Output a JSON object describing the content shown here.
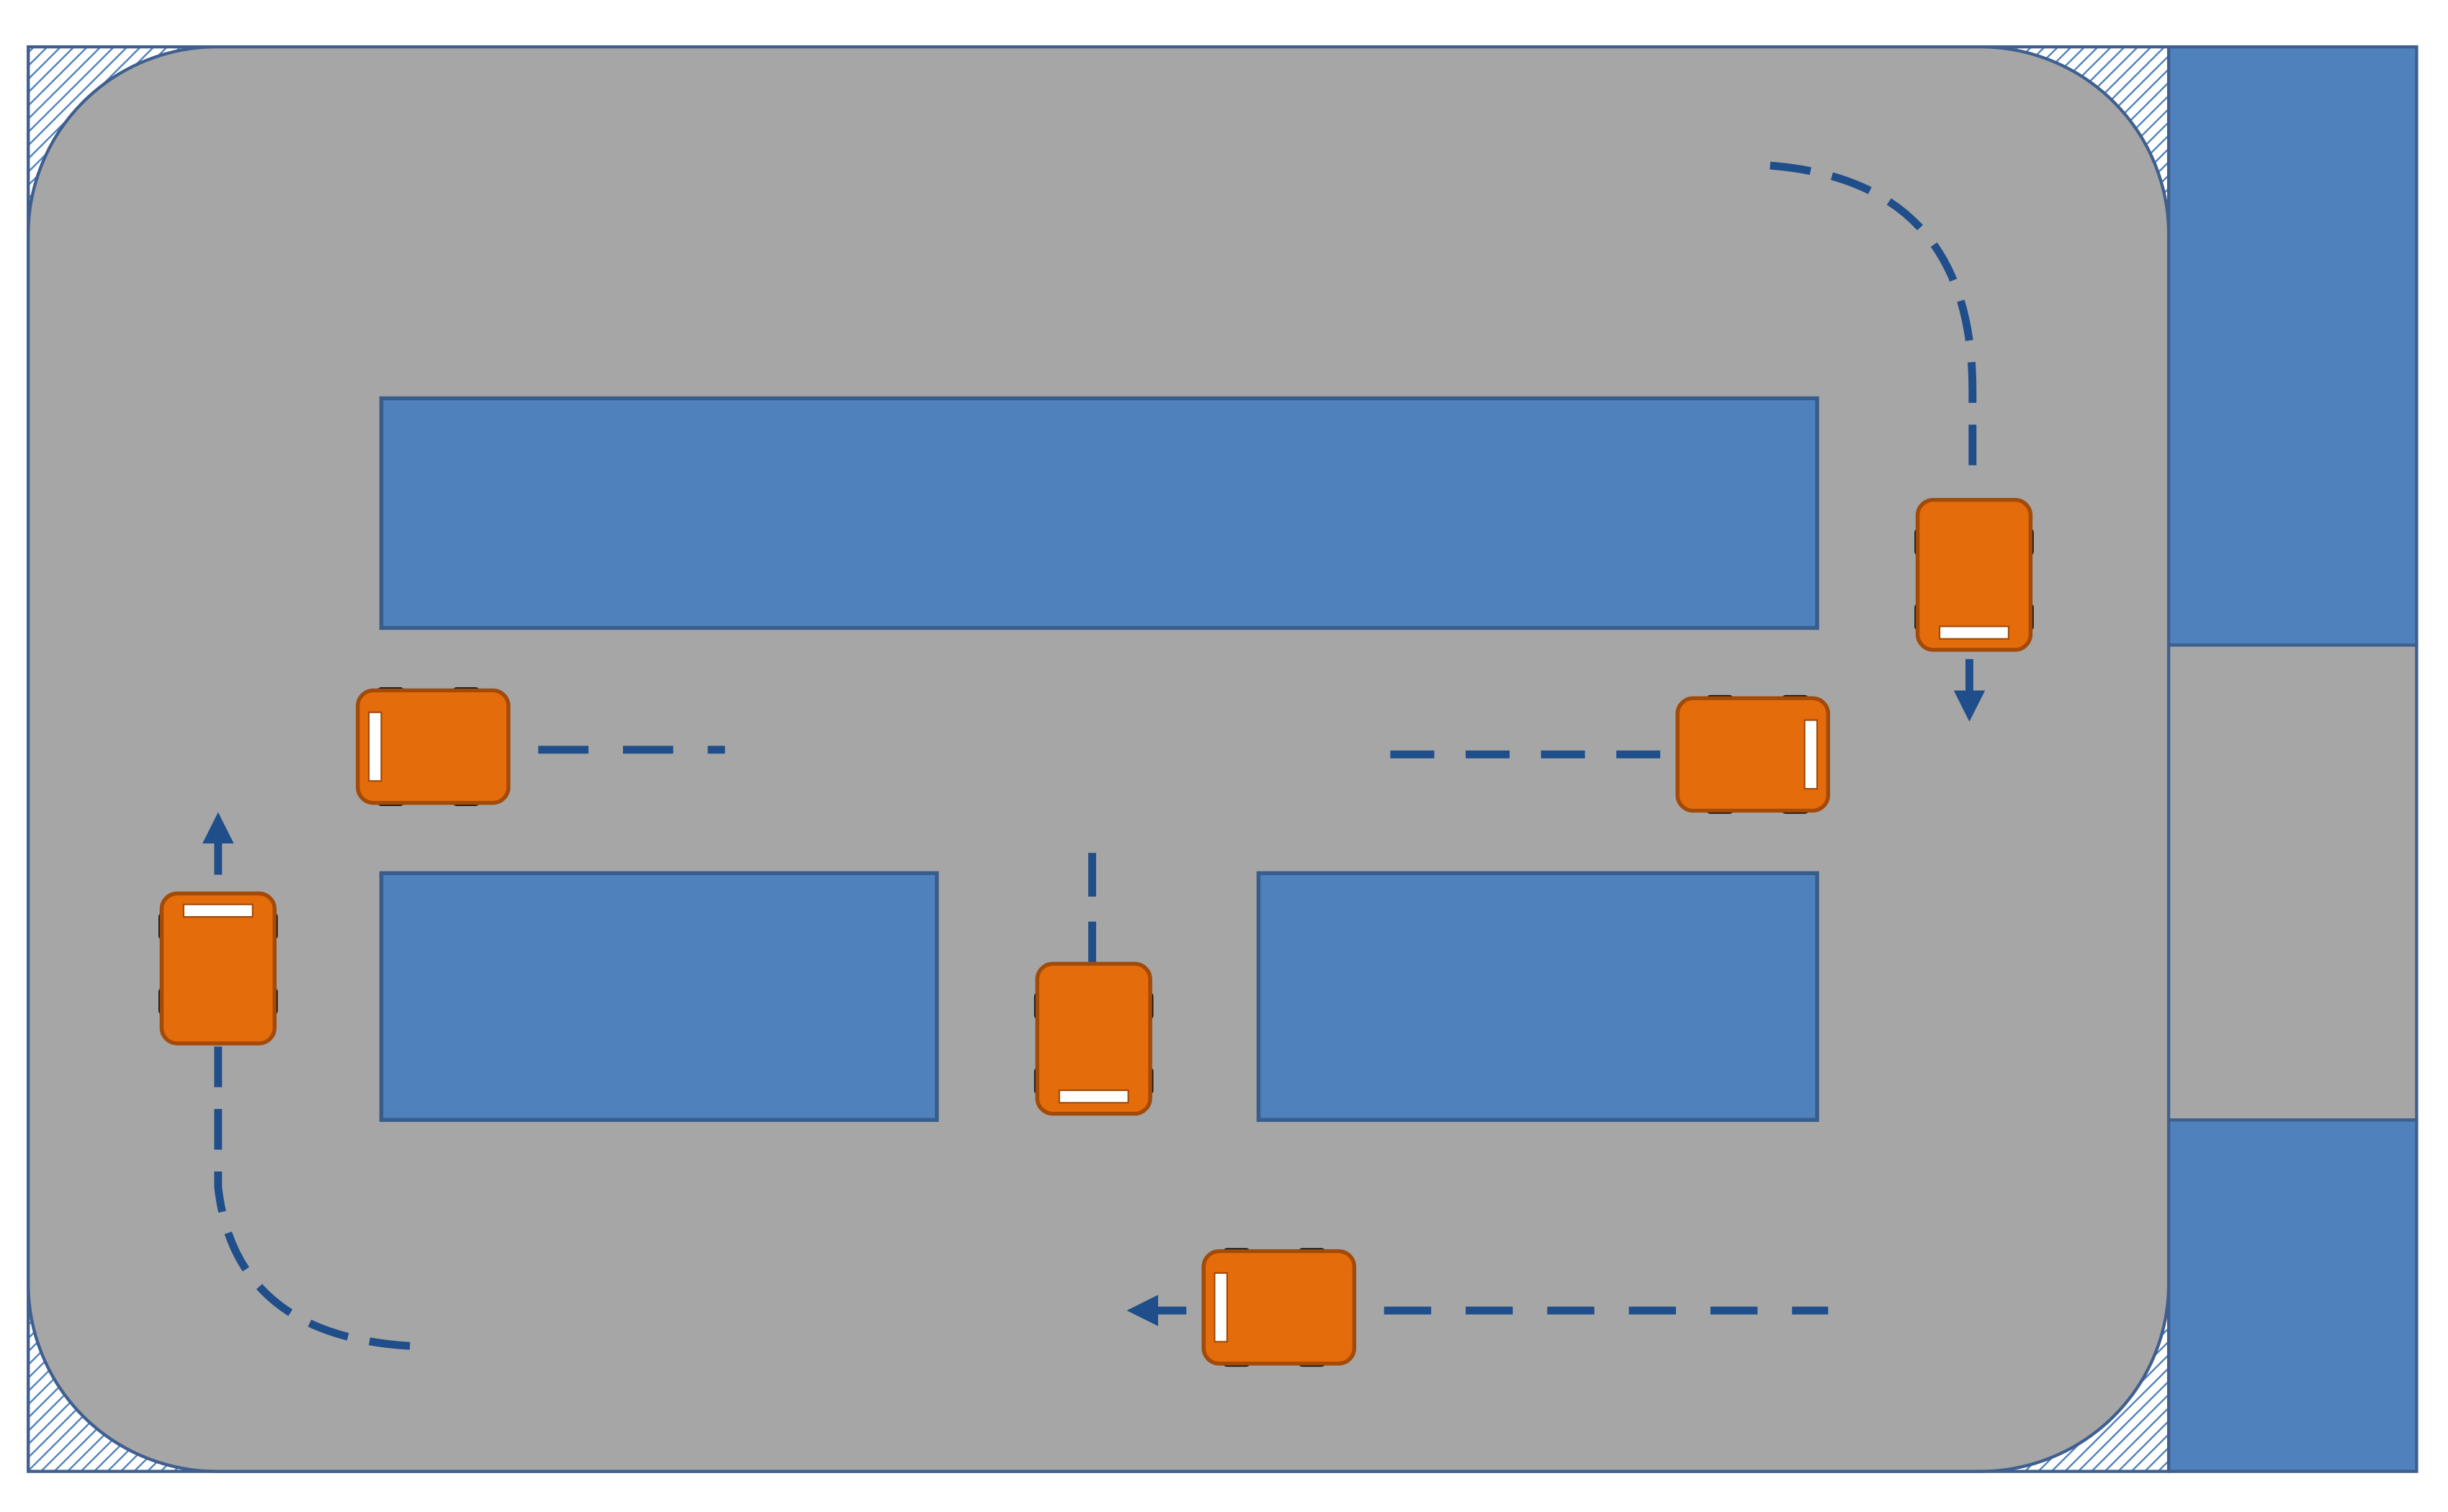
{
  "colors": {
    "background": "#ffffff",
    "road": "#a6a6a6",
    "block_fill": "#4f81bd",
    "block_stroke": "#385d8a",
    "frame_stroke": "#3f5f8f",
    "hatch": "#4f81bd",
    "path": "#1f4e8a",
    "car_body": "#e46c0a",
    "car_stroke": "#a34a08",
    "car_wheel": "#111111",
    "car_marker": "#ffffff"
  },
  "icons": {
    "vehicle": "car-icon",
    "direction": "arrow-icon"
  },
  "vehicles": [
    {
      "id": "car-right-lane",
      "heading": "down"
    },
    {
      "id": "car-upper-left",
      "heading": "left"
    },
    {
      "id": "car-upper-right",
      "heading": "right"
    },
    {
      "id": "car-left-lane",
      "heading": "up"
    },
    {
      "id": "car-center",
      "heading": "down"
    },
    {
      "id": "car-bottom",
      "heading": "left"
    }
  ]
}
